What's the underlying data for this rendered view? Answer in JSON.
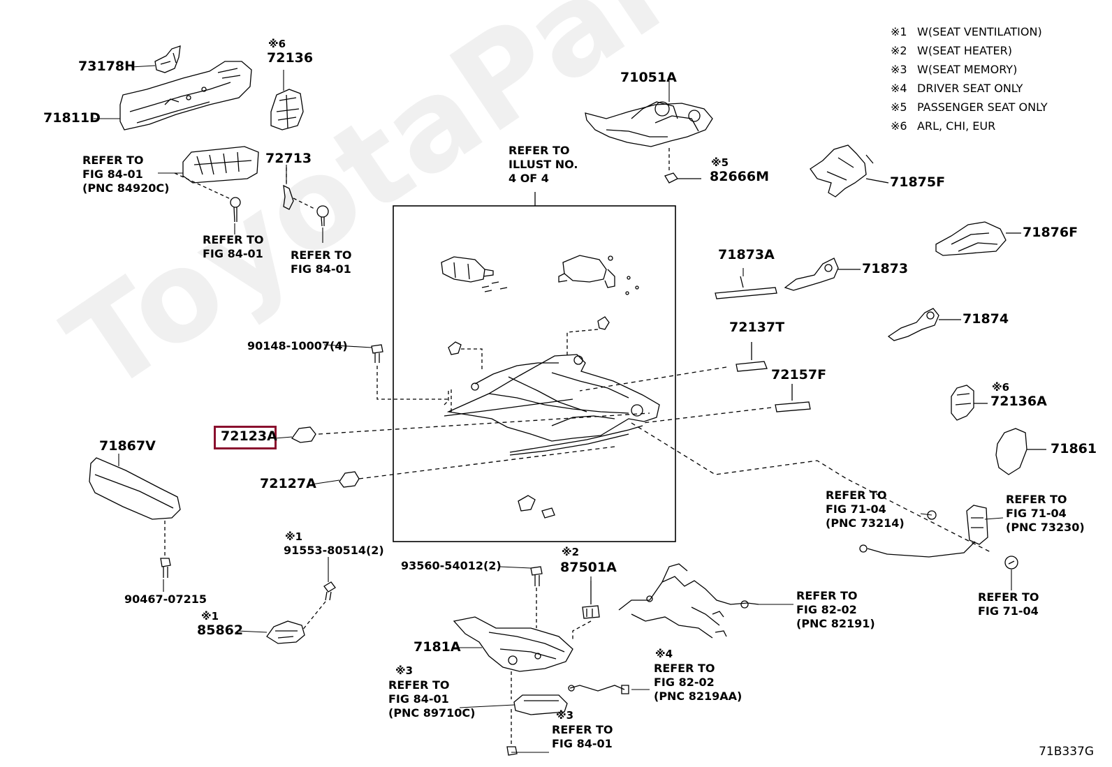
{
  "legend": [
    {
      "mark": "※1",
      "text": "W(SEAT VENTILATION)"
    },
    {
      "mark": "※2",
      "text": "W(SEAT HEATER)"
    },
    {
      "mark": "※3",
      "text": "W(SEAT MEMORY)"
    },
    {
      "mark": "※4",
      "text": "DRIVER SEAT ONLY"
    },
    {
      "mark": "※5",
      "text": "PASSENGER SEAT ONLY"
    },
    {
      "mark": "※6",
      "text": "ARL, CHI, EUR"
    }
  ],
  "parts": {
    "p73178H": "73178H",
    "p71811D": "71811D",
    "p72136": "72136",
    "p72136_note": "※6",
    "p72713": "72713",
    "p71051A": "71051A",
    "p82666M": "82666M",
    "p82666M_note": "※5",
    "p71875F": "71875F",
    "p71876F": "71876F",
    "p71873A": "71873A",
    "p71873": "71873",
    "p71874": "71874",
    "p72137T": "72137T",
    "p72157F": "72157F",
    "p72136A": "72136A",
    "p72136A_note": "※6",
    "p71861": "71861",
    "p90148": "90148-10007(4)",
    "p72123A": "72123A",
    "p72127A": "72127A",
    "p71867V": "71867V",
    "p91553": "91553-80514(2)",
    "p91553_note": "※1",
    "p90467": "90467-07215",
    "p85862": "85862",
    "p85862_note": "※1",
    "p93560": "93560-54012(2)",
    "p87501A": "87501A",
    "p87501A_note": "※2",
    "p7181A": "7181A"
  },
  "refs": {
    "illust": [
      "REFER TO",
      "ILLUST NO.",
      "4 OF 4"
    ],
    "r84920C": [
      "REFER TO",
      "FIG 84-01",
      "(PNC 84920C)"
    ],
    "r8401a": [
      "REFER TO",
      "FIG 84-01"
    ],
    "r8401b": [
      "REFER TO",
      "FIG 84-01"
    ],
    "r73214": [
      "REFER TO",
      "FIG 71-04",
      "(PNC 73214)"
    ],
    "r73230": [
      "REFER TO",
      "FIG 71-04",
      "(PNC 73230)"
    ],
    "r7104": [
      "REFER TO",
      "FIG 71-04"
    ],
    "r82191": [
      "REFER TO",
      "FIG 82-02",
      "(PNC 82191)"
    ],
    "r8219AA": [
      "REFER TO",
      "FIG 82-02",
      "(PNC 8219AA)"
    ],
    "r8219AA_note": "※4",
    "r89710C": [
      "REFER TO",
      "FIG 84-01",
      "(PNC 89710C)"
    ],
    "r89710C_note": "※3",
    "r8401c": [
      "REFER TO",
      "FIG 84-01"
    ],
    "r8401c_note": "※3"
  },
  "highlight_color": "#8a0f2e",
  "watermark": "ToyotaPartsMine.r",
  "figure_code": "71B337G"
}
